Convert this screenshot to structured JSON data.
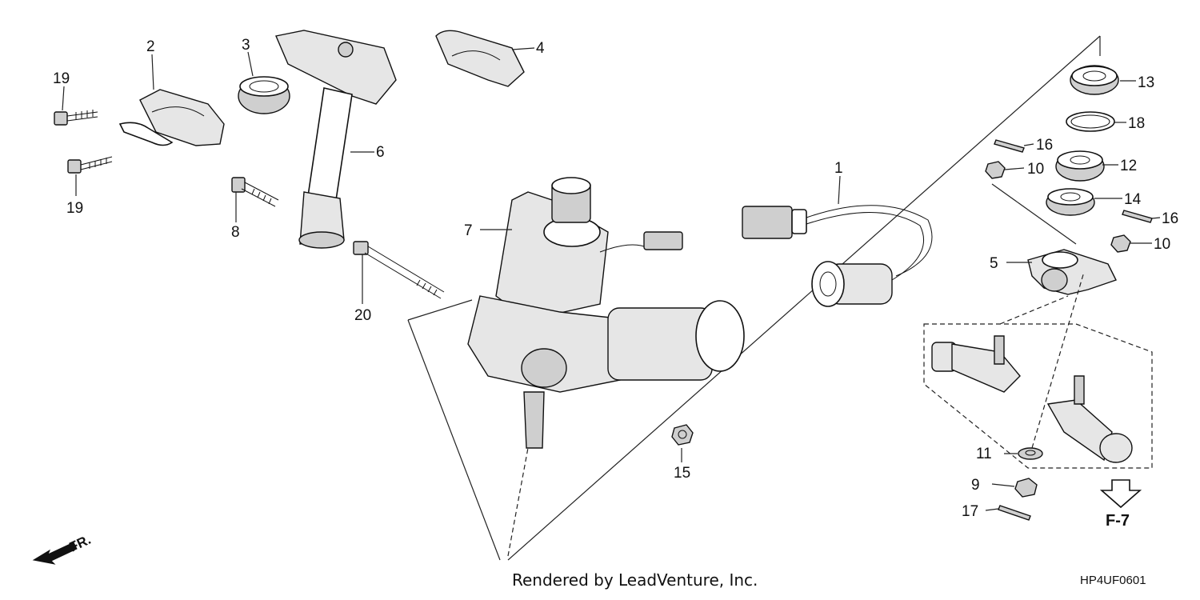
{
  "callouts": [
    {
      "id": "1",
      "label": "1"
    },
    {
      "id": "2",
      "label": "2"
    },
    {
      "id": "3",
      "label": "3"
    },
    {
      "id": "4",
      "label": "4"
    },
    {
      "id": "5",
      "label": "5"
    },
    {
      "id": "6",
      "label": "6"
    },
    {
      "id": "7",
      "label": "7"
    },
    {
      "id": "8",
      "label": "8"
    },
    {
      "id": "9",
      "label": "9"
    },
    {
      "id": "10a",
      "label": "10"
    },
    {
      "id": "10b",
      "label": "10"
    },
    {
      "id": "11",
      "label": "11"
    },
    {
      "id": "12",
      "label": "12"
    },
    {
      "id": "13",
      "label": "13"
    },
    {
      "id": "14",
      "label": "14"
    },
    {
      "id": "15",
      "label": "15"
    },
    {
      "id": "16a",
      "label": "16"
    },
    {
      "id": "16b",
      "label": "16"
    },
    {
      "id": "17",
      "label": "17"
    },
    {
      "id": "18",
      "label": "18"
    },
    {
      "id": "19a",
      "label": "19"
    },
    {
      "id": "19b",
      "label": "19"
    },
    {
      "id": "20",
      "label": "20"
    }
  ],
  "credit": "Rendered by LeadVenture, Inc.",
  "diagram_code": "HP4UF0601",
  "reference": "F-7",
  "direction": "FR."
}
